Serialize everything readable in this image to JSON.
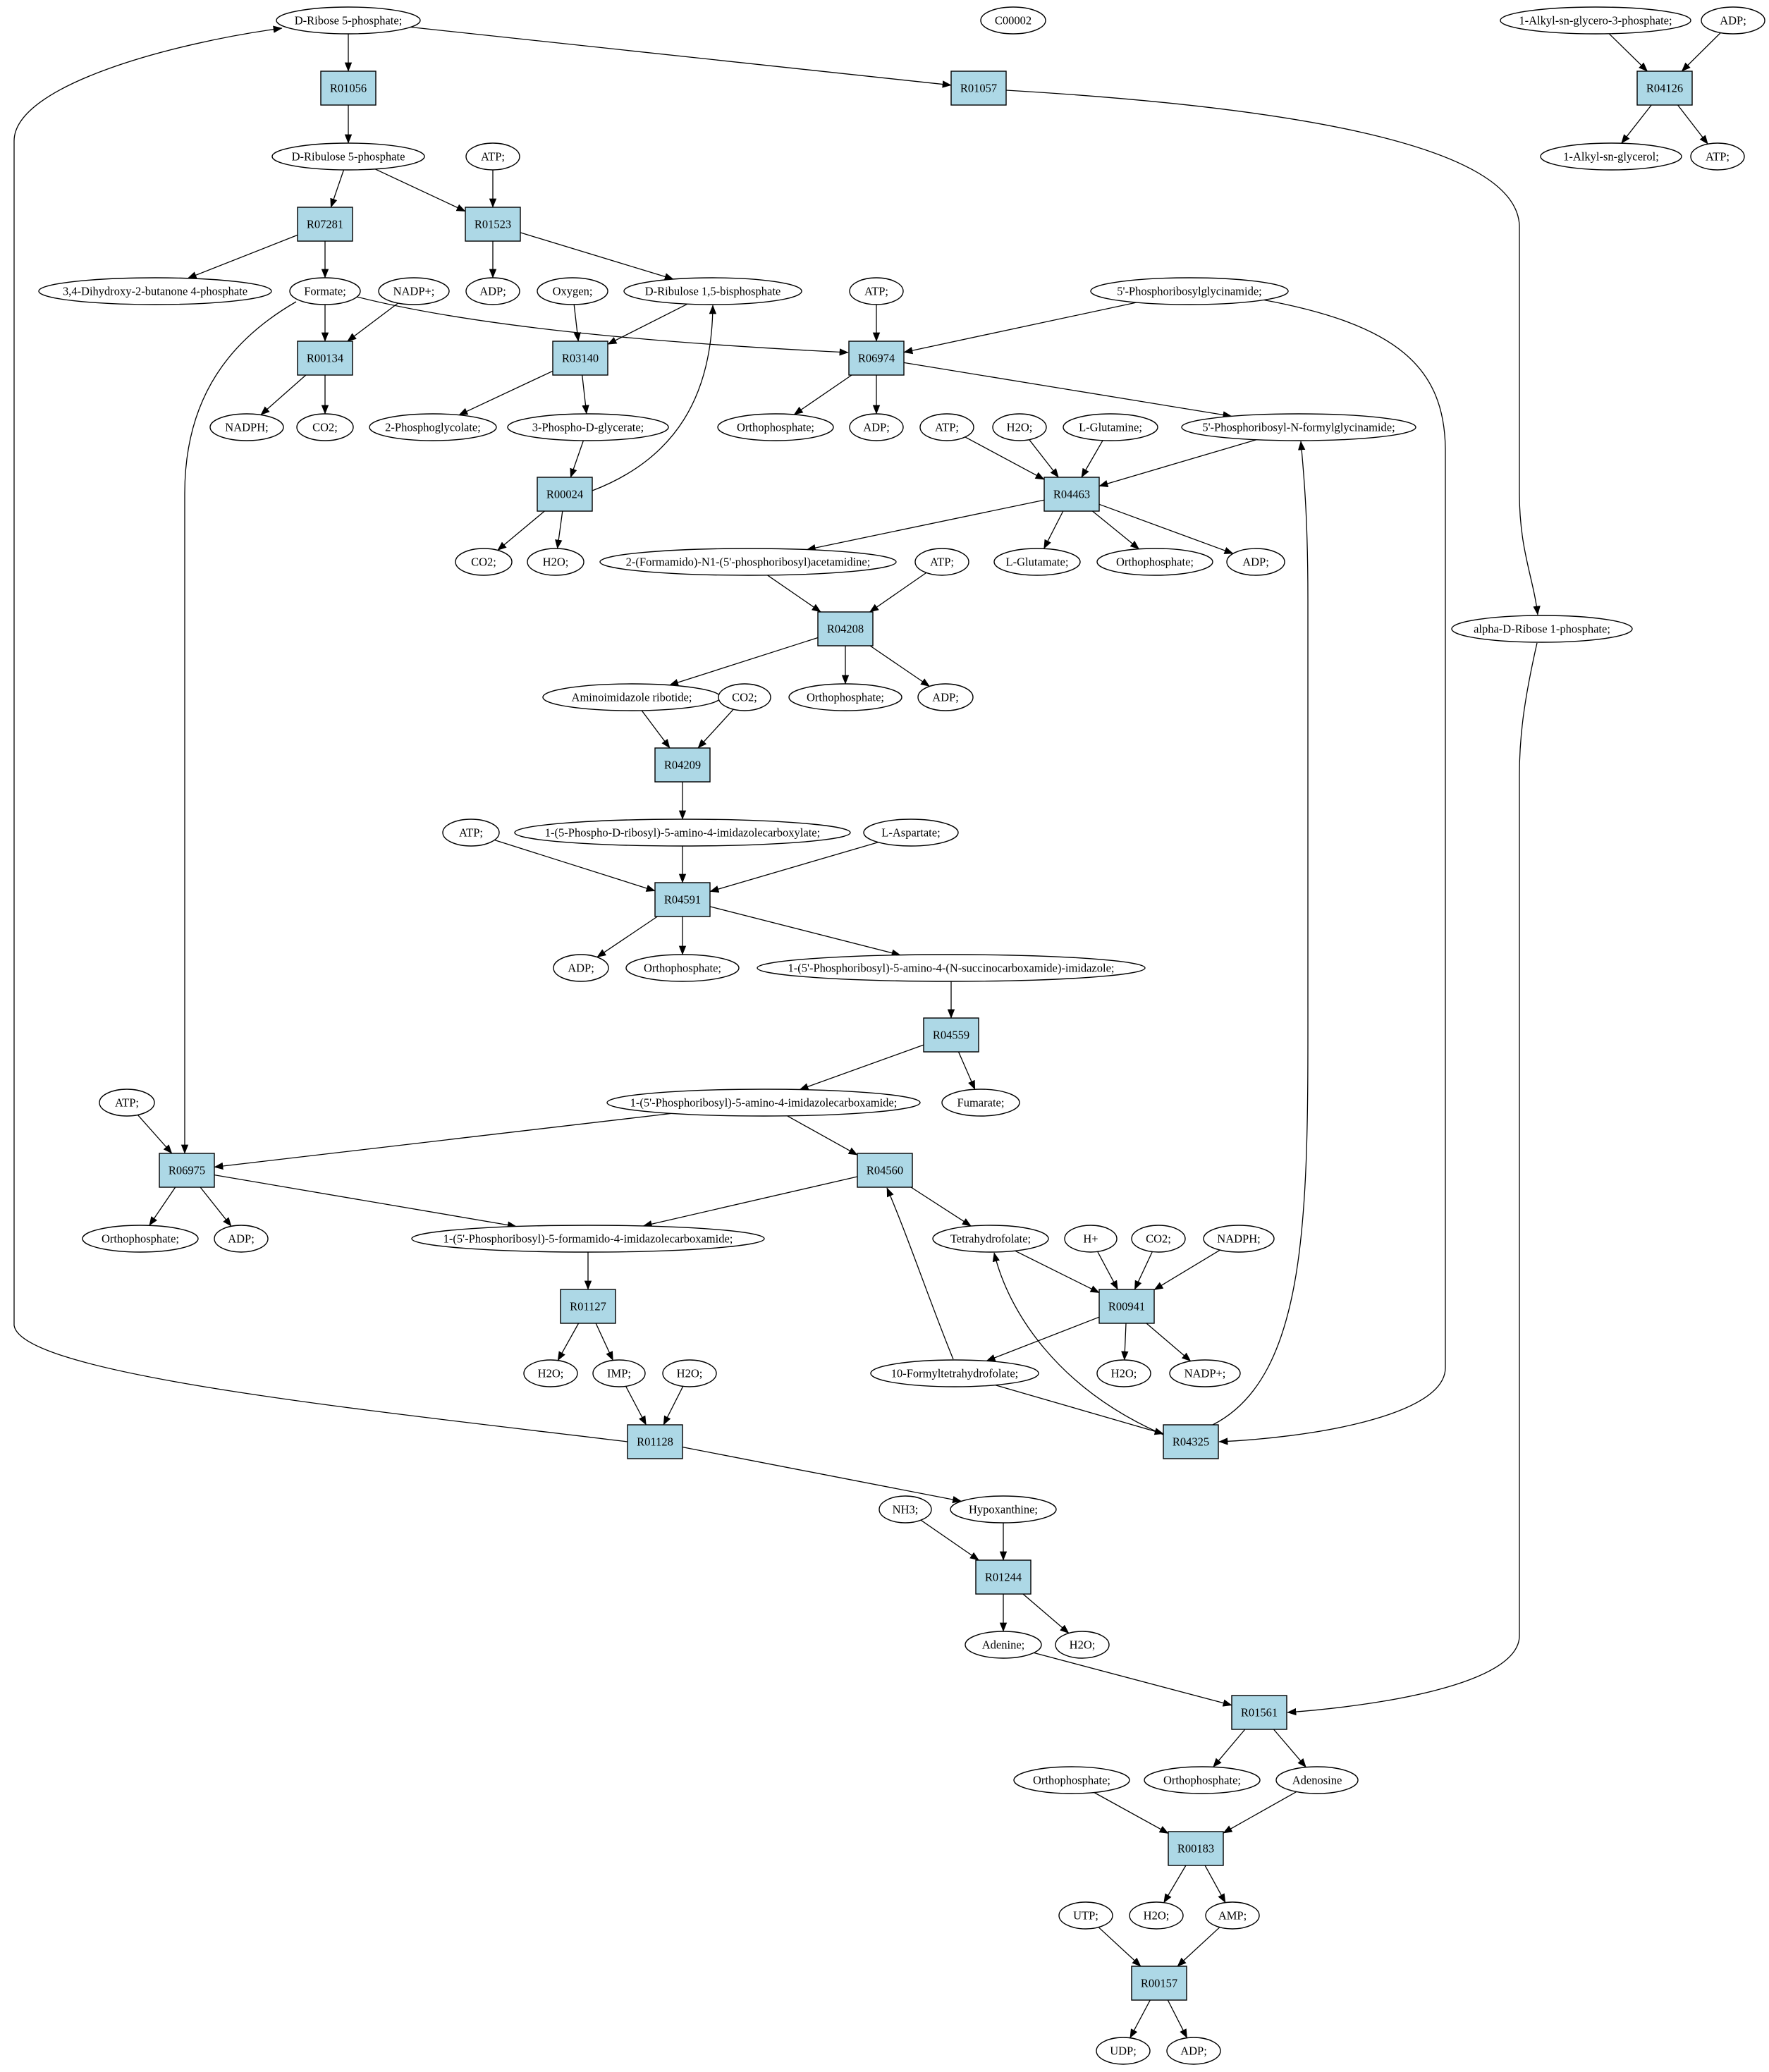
{
  "colors": {
    "source_node": "#00ff00",
    "highlight_node": "#ffff00",
    "reaction_node": "#add8e6",
    "compound_node": "#ffffff",
    "stroke": "#000000"
  },
  "nodes": [
    {
      "id": "n_ribose5p",
      "label": "D-Ribose 5-phosphate;",
      "kind": "compound",
      "fill": "source_node"
    },
    {
      "id": "n_c00002",
      "label": "C00002",
      "kind": "compound",
      "fill": "highlight_node"
    },
    {
      "id": "n_alkylglycero3p",
      "label": "1-Alkyl-sn-glycero-3-phosphate;",
      "kind": "compound"
    },
    {
      "id": "n_adp_top",
      "label": "ADP;",
      "kind": "compound"
    },
    {
      "id": "R01056",
      "label": "R01056",
      "kind": "reaction"
    },
    {
      "id": "R01057",
      "label": "R01057",
      "kind": "reaction"
    },
    {
      "id": "R04126",
      "label": "R04126",
      "kind": "reaction"
    },
    {
      "id": "n_ribulose5p",
      "label": "D-Ribulose 5-phosphate",
      "kind": "compound"
    },
    {
      "id": "n_atp_1",
      "label": "ATP;",
      "kind": "compound"
    },
    {
      "id": "n_alkylglycerol",
      "label": "1-Alkyl-sn-glycerol;",
      "kind": "compound"
    },
    {
      "id": "n_atp_r04126",
      "label": "ATP;",
      "kind": "compound"
    },
    {
      "id": "R07281",
      "label": "R07281",
      "kind": "reaction"
    },
    {
      "id": "R01523",
      "label": "R01523",
      "kind": "reaction"
    },
    {
      "id": "n_dihydroxybutanone",
      "label": "3,4-Dihydroxy-2-butanone 4-phosphate",
      "kind": "compound"
    },
    {
      "id": "n_formate",
      "label": "Formate;",
      "kind": "compound"
    },
    {
      "id": "n_nadp_1",
      "label": "NADP+;",
      "kind": "compound"
    },
    {
      "id": "n_adp_r01523",
      "label": "ADP;",
      "kind": "compound"
    },
    {
      "id": "n_oxygen",
      "label": "Oxygen;",
      "kind": "compound"
    },
    {
      "id": "n_ribulosebp",
      "label": "D-Ribulose 1,5-bisphosphate",
      "kind": "compound"
    },
    {
      "id": "n_atp_r06974",
      "label": "ATP;",
      "kind": "compound"
    },
    {
      "id": "n_prglycinamide",
      "label": "5'-Phosphoribosylglycinamide;",
      "kind": "compound"
    },
    {
      "id": "R00134",
      "label": "R00134",
      "kind": "reaction"
    },
    {
      "id": "R03140",
      "label": "R03140",
      "kind": "reaction"
    },
    {
      "id": "R06974",
      "label": "R06974",
      "kind": "reaction"
    },
    {
      "id": "n_nadph_1",
      "label": "NADPH;",
      "kind": "compound"
    },
    {
      "id": "n_co2_r00134",
      "label": "CO2;",
      "kind": "compound"
    },
    {
      "id": "n_phosphoglycolate",
      "label": "2-Phosphoglycolate;",
      "kind": "compound"
    },
    {
      "id": "n_3pg",
      "label": "3-Phospho-D-glycerate;",
      "kind": "compound"
    },
    {
      "id": "n_pi_r06974",
      "label": "Orthophosphate;",
      "kind": "compound"
    },
    {
      "id": "n_adp_r06974",
      "label": "ADP;",
      "kind": "compound"
    },
    {
      "id": "n_atp_r04463",
      "label": "ATP;",
      "kind": "compound"
    },
    {
      "id": "n_h2o_r04463",
      "label": "H2O;",
      "kind": "compound"
    },
    {
      "id": "n_glutamine",
      "label": "L-Glutamine;",
      "kind": "compound"
    },
    {
      "id": "n_prfgam",
      "label": "5'-Phosphoribosyl-N-formylglycinamide;",
      "kind": "compound"
    },
    {
      "id": "R00024",
      "label": "R00024",
      "kind": "reaction"
    },
    {
      "id": "R04463",
      "label": "R04463",
      "kind": "reaction"
    },
    {
      "id": "n_co2_r00024",
      "label": "CO2;",
      "kind": "compound"
    },
    {
      "id": "n_h2o_r00024",
      "label": "H2O;",
      "kind": "compound"
    },
    {
      "id": "n_fgam",
      "label": "2-(Formamido)-N1-(5'-phosphoribosyl)acetamidine;",
      "kind": "compound"
    },
    {
      "id": "n_atp_r04208",
      "label": "ATP;",
      "kind": "compound"
    },
    {
      "id": "n_glutamate",
      "label": "L-Glutamate;",
      "kind": "compound"
    },
    {
      "id": "n_pi_r04463",
      "label": "Orthophosphate;",
      "kind": "compound"
    },
    {
      "id": "n_adp_r04463",
      "label": "ADP;",
      "kind": "compound"
    },
    {
      "id": "R04208",
      "label": "R04208",
      "kind": "reaction"
    },
    {
      "id": "n_ribose1p",
      "label": "alpha-D-Ribose 1-phosphate;",
      "kind": "compound"
    },
    {
      "id": "n_air",
      "label": "Aminoimidazole ribotide;",
      "kind": "compound"
    },
    {
      "id": "n_co2_r04209",
      "label": "CO2;",
      "kind": "compound"
    },
    {
      "id": "n_pi_r04208",
      "label": "Orthophosphate;",
      "kind": "compound"
    },
    {
      "id": "n_adp_r04208",
      "label": "ADP;",
      "kind": "compound"
    },
    {
      "id": "R04209",
      "label": "R04209",
      "kind": "reaction"
    },
    {
      "id": "n_atp_r04591",
      "label": "ATP;",
      "kind": "compound"
    },
    {
      "id": "n_cair",
      "label": "1-(5-Phospho-D-ribosyl)-5-amino-4-imidazolecarboxylate;",
      "kind": "compound"
    },
    {
      "id": "n_aspartate",
      "label": "L-Aspartate;",
      "kind": "compound"
    },
    {
      "id": "R04591",
      "label": "R04591",
      "kind": "reaction"
    },
    {
      "id": "n_adp_r04591",
      "label": "ADP;",
      "kind": "compound"
    },
    {
      "id": "n_pi_r04591",
      "label": "Orthophosphate;",
      "kind": "compound"
    },
    {
      "id": "n_saicar",
      "label": "1-(5'-Phosphoribosyl)-5-amino-4-(N-succinocarboxamide)-imidazole;",
      "kind": "compound"
    },
    {
      "id": "R04559",
      "label": "R04559",
      "kind": "reaction"
    },
    {
      "id": "n_atp_r06975",
      "label": "ATP;",
      "kind": "compound"
    },
    {
      "id": "n_aicar",
      "label": "1-(5'-Phosphoribosyl)-5-amino-4-imidazolecarboxamide;",
      "kind": "compound"
    },
    {
      "id": "n_fumarate",
      "label": "Fumarate;",
      "kind": "compound"
    },
    {
      "id": "R06975",
      "label": "R06975",
      "kind": "reaction"
    },
    {
      "id": "R04560",
      "label": "R04560",
      "kind": "reaction"
    },
    {
      "id": "n_pi_r06975",
      "label": "Orthophosphate;",
      "kind": "compound"
    },
    {
      "id": "n_adp_r06975",
      "label": "ADP;",
      "kind": "compound"
    },
    {
      "id": "n_faicar",
      "label": "1-(5'-Phosphoribosyl)-5-formamido-4-imidazolecarboxamide;",
      "kind": "compound"
    },
    {
      "id": "n_thf",
      "label": "Tetrahydrofolate;",
      "kind": "compound"
    },
    {
      "id": "n_hplus",
      "label": "H+",
      "kind": "compound"
    },
    {
      "id": "n_co2_r00941",
      "label": "CO2;",
      "kind": "compound"
    },
    {
      "id": "n_nadph_r00941",
      "label": "NADPH;",
      "kind": "compound"
    },
    {
      "id": "R01127",
      "label": "R01127",
      "kind": "reaction"
    },
    {
      "id": "R00941",
      "label": "R00941",
      "kind": "reaction"
    },
    {
      "id": "n_h2o_r01127",
      "label": "H2O;",
      "kind": "compound"
    },
    {
      "id": "n_imp",
      "label": "IMP;",
      "kind": "compound"
    },
    {
      "id": "n_h2o_r01128",
      "label": "H2O;",
      "kind": "compound"
    },
    {
      "id": "n_10fthf",
      "label": "10-Formyltetrahydrofolate;",
      "kind": "compound"
    },
    {
      "id": "n_h2o_r00941",
      "label": "H2O;",
      "kind": "compound"
    },
    {
      "id": "n_nadp_r00941",
      "label": "NADP+;",
      "kind": "compound"
    },
    {
      "id": "R01128",
      "label": "R01128",
      "kind": "reaction"
    },
    {
      "id": "R04325",
      "label": "R04325",
      "kind": "reaction"
    },
    {
      "id": "n_nh3",
      "label": "NH3;",
      "kind": "compound"
    },
    {
      "id": "n_hypoxanthine",
      "label": "Hypoxanthine;",
      "kind": "compound"
    },
    {
      "id": "R01244",
      "label": "R01244",
      "kind": "reaction"
    },
    {
      "id": "n_adenine",
      "label": "Adenine;",
      "kind": "compound"
    },
    {
      "id": "n_h2o_r01244",
      "label": "H2O;",
      "kind": "compound"
    },
    {
      "id": "R01561",
      "label": "R01561",
      "kind": "reaction"
    },
    {
      "id": "n_pi_r00183_in",
      "label": "Orthophosphate;",
      "kind": "compound"
    },
    {
      "id": "n_pi_r01561",
      "label": "Orthophosphate;",
      "kind": "compound"
    },
    {
      "id": "n_adenosine",
      "label": "Adenosine",
      "kind": "compound"
    },
    {
      "id": "R00183",
      "label": "R00183",
      "kind": "reaction"
    },
    {
      "id": "n_utp",
      "label": "UTP;",
      "kind": "compound"
    },
    {
      "id": "n_h2o_r00183",
      "label": "H2O;",
      "kind": "compound"
    },
    {
      "id": "n_amp",
      "label": "AMP;",
      "kind": "compound"
    },
    {
      "id": "R00157",
      "label": "R00157",
      "kind": "reaction"
    },
    {
      "id": "n_udp",
      "label": "UDP;",
      "kind": "compound"
    },
    {
      "id": "n_adp_r00157",
      "label": "ADP;",
      "kind": "compound"
    }
  ],
  "edges": [
    [
      "n_ribose5p",
      "R01056"
    ],
    [
      "n_ribose5p",
      "R01057"
    ],
    [
      "n_alkylglycero3p",
      "R04126"
    ],
    [
      "n_adp_top",
      "R04126"
    ],
    [
      "R04126",
      "n_alkylglycerol"
    ],
    [
      "R04126",
      "n_atp_r04126"
    ],
    [
      "R01056",
      "n_ribulose5p"
    ],
    [
      "n_ribulose5p",
      "R07281"
    ],
    [
      "n_ribulose5p",
      "R01523"
    ],
    [
      "n_atp_1",
      "R01523"
    ],
    [
      "R07281",
      "n_dihydroxybutanone"
    ],
    [
      "R07281",
      "n_formate"
    ],
    [
      "R01523",
      "n_adp_r01523"
    ],
    [
      "R01523",
      "n_ribulosebp"
    ],
    [
      "n_formate",
      "R00134"
    ],
    [
      "n_nadp_1",
      "R00134"
    ],
    [
      "n_formate",
      "R06975"
    ],
    [
      "n_formate",
      "R06974"
    ],
    [
      "n_oxygen",
      "R03140"
    ],
    [
      "n_ribulosebp",
      "R03140"
    ],
    [
      "n_atp_r06974",
      "R06974"
    ],
    [
      "n_prglycinamide",
      "R06974"
    ],
    [
      "n_prglycinamide",
      "R04325"
    ],
    [
      "R00134",
      "n_nadph_1"
    ],
    [
      "R00134",
      "n_co2_r00134"
    ],
    [
      "R03140",
      "n_phosphoglycolate"
    ],
    [
      "R03140",
      "n_3pg"
    ],
    [
      "R06974",
      "n_pi_r06974"
    ],
    [
      "R06974",
      "n_adp_r06974"
    ],
    [
      "R06974",
      "n_prfgam"
    ],
    [
      "n_3pg",
      "R00024"
    ],
    [
      "R00024",
      "n_ribulosebp"
    ],
    [
      "R00024",
      "n_co2_r00024"
    ],
    [
      "R00024",
      "n_h2o_r00024"
    ],
    [
      "n_atp_r04463",
      "R04463"
    ],
    [
      "n_h2o_r04463",
      "R04463"
    ],
    [
      "n_glutamine",
      "R04463"
    ],
    [
      "n_prfgam",
      "R04463"
    ],
    [
      "R04463",
      "n_fgam"
    ],
    [
      "R04463",
      "n_glutamate"
    ],
    [
      "R04463",
      "n_pi_r04463"
    ],
    [
      "R04463",
      "n_adp_r04463"
    ],
    [
      "n_fgam",
      "R04208"
    ],
    [
      "n_atp_r04208",
      "R04208"
    ],
    [
      "R04208",
      "n_air"
    ],
    [
      "R04208",
      "n_pi_r04208"
    ],
    [
      "R04208",
      "n_adp_r04208"
    ],
    [
      "R01057",
      "n_ribose1p"
    ],
    [
      "n_ribose1p",
      "R01561"
    ],
    [
      "n_air",
      "R04209"
    ],
    [
      "n_co2_r04209",
      "R04209"
    ],
    [
      "R04209",
      "n_cair"
    ],
    [
      "n_atp_r04591",
      "R04591"
    ],
    [
      "n_cair",
      "R04591"
    ],
    [
      "n_aspartate",
      "R04591"
    ],
    [
      "R04591",
      "n_adp_r04591"
    ],
    [
      "R04591",
      "n_pi_r04591"
    ],
    [
      "R04591",
      "n_saicar"
    ],
    [
      "n_saicar",
      "R04559"
    ],
    [
      "R04559",
      "n_aicar"
    ],
    [
      "R04559",
      "n_fumarate"
    ],
    [
      "n_atp_r06975",
      "R06975"
    ],
    [
      "n_aicar",
      "R06975"
    ],
    [
      "n_aicar",
      "R04560"
    ],
    [
      "R06975",
      "n_pi_r06975"
    ],
    [
      "R06975",
      "n_adp_r06975"
    ],
    [
      "R06975",
      "n_faicar"
    ],
    [
      "R04560",
      "n_faicar"
    ],
    [
      "R04560",
      "n_thf"
    ],
    [
      "n_thf",
      "R00941"
    ],
    [
      "n_hplus",
      "R00941"
    ],
    [
      "n_co2_r00941",
      "R00941"
    ],
    [
      "n_nadph_r00941",
      "R00941"
    ],
    [
      "n_faicar",
      "R01127"
    ],
    [
      "R01127",
      "n_h2o_r01127"
    ],
    [
      "R01127",
      "n_imp"
    ],
    [
      "R00941",
      "n_10fthf"
    ],
    [
      "R00941",
      "n_h2o_r00941"
    ],
    [
      "R00941",
      "n_nadp_r00941"
    ],
    [
      "n_10fthf",
      "R04560"
    ],
    [
      "n_10fthf",
      "R04325"
    ],
    [
      "R04325",
      "n_thf"
    ],
    [
      "R04325",
      "n_prfgam"
    ],
    [
      "n_imp",
      "R01128"
    ],
    [
      "n_h2o_r01128",
      "R01128"
    ],
    [
      "R01128",
      "n_ribose5p"
    ],
    [
      "R01128",
      "n_hypoxanthine"
    ],
    [
      "n_nh3",
      "R01244"
    ],
    [
      "n_hypoxanthine",
      "R01244"
    ],
    [
      "R01244",
      "n_adenine"
    ],
    [
      "R01244",
      "n_h2o_r01244"
    ],
    [
      "n_adenine",
      "R01561"
    ],
    [
      "R01561",
      "n_pi_r01561"
    ],
    [
      "R01561",
      "n_adenosine"
    ],
    [
      "n_pi_r00183_in",
      "R00183"
    ],
    [
      "n_adenosine",
      "R00183"
    ],
    [
      "R00183",
      "n_h2o_r00183"
    ],
    [
      "R00183",
      "n_amp"
    ],
    [
      "n_utp",
      "R00157"
    ],
    [
      "n_amp",
      "R00157"
    ],
    [
      "R00157",
      "n_udp"
    ],
    [
      "R00157",
      "n_adp_r00157"
    ]
  ]
}
